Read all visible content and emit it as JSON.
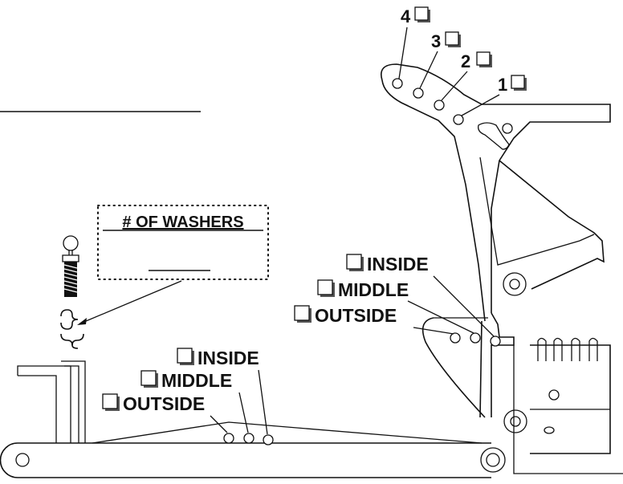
{
  "upper_link_positions": [
    "4",
    "3",
    "2",
    "1"
  ],
  "upper_mount": {
    "inside": "INSIDE",
    "middle": "MIDDLE",
    "outside": "OUTSIDE"
  },
  "lower_mount": {
    "inside": "INSIDE",
    "middle": "MIDDLE",
    "outside": "OUTSIDE"
  },
  "washers_box": {
    "title": "# OF WASHERS",
    "value": ""
  },
  "title_line_text": "",
  "colors": {
    "line": "#111111",
    "checkbox_shadow": "#555555",
    "background": "#ffffff"
  }
}
